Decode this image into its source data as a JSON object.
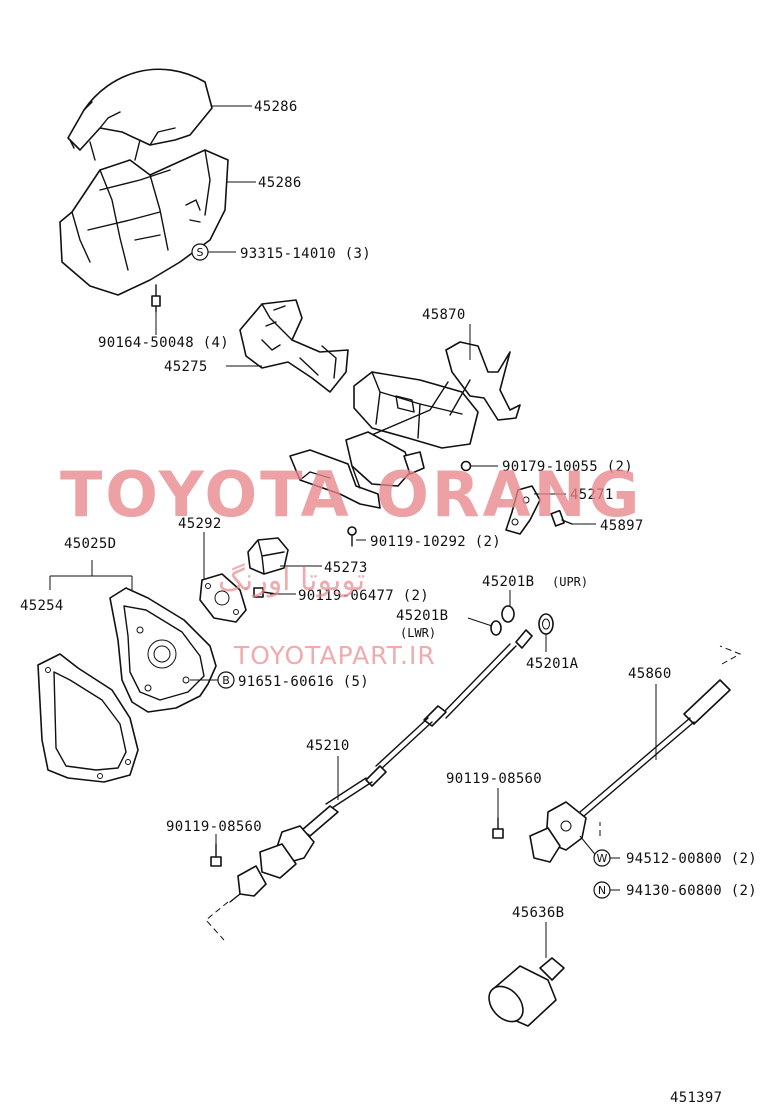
{
  "labels": {
    "p45286_upper": "45286",
    "p45286_lower": "45286",
    "p93315": "93315-14010 (3)",
    "p90164": "90164-50048 (4)",
    "p45870": "45870",
    "p45275": "45275",
    "p90179": "90179-10055 (2)",
    "p45271": "45271",
    "p45897": "45897",
    "p90119_10292": "90119-10292 (2)",
    "p45292": "45292",
    "p45025d": "45025D",
    "p45273": "45273",
    "p45254": "45254",
    "p90119_06477": "90119-06477 (2)",
    "p45201b_upr": "45201B",
    "upr": "(UPR)",
    "p45201b_lwr": "45201B",
    "lwr": "(LWR)",
    "p45201a": "45201A",
    "p91651": "91651-60616 (5)",
    "p45860": "45860",
    "p45210": "45210",
    "p90119_08560_r": "90119-08560",
    "p90119_08560_l": "90119-08560",
    "p94512": "94512-00800 (2)",
    "p94130": "94130-60800 (2)",
    "p45636b": "45636B",
    "diagram_no": "451397"
  },
  "markers": {
    "s": "S",
    "b": "B",
    "w": "W",
    "n": "N"
  },
  "watermark": {
    "brand": "TOYOTA ORANG",
    "persian": "تویوتا اورنگ",
    "site": "TOYOTAPART.IR",
    "color": "#e8878b"
  }
}
